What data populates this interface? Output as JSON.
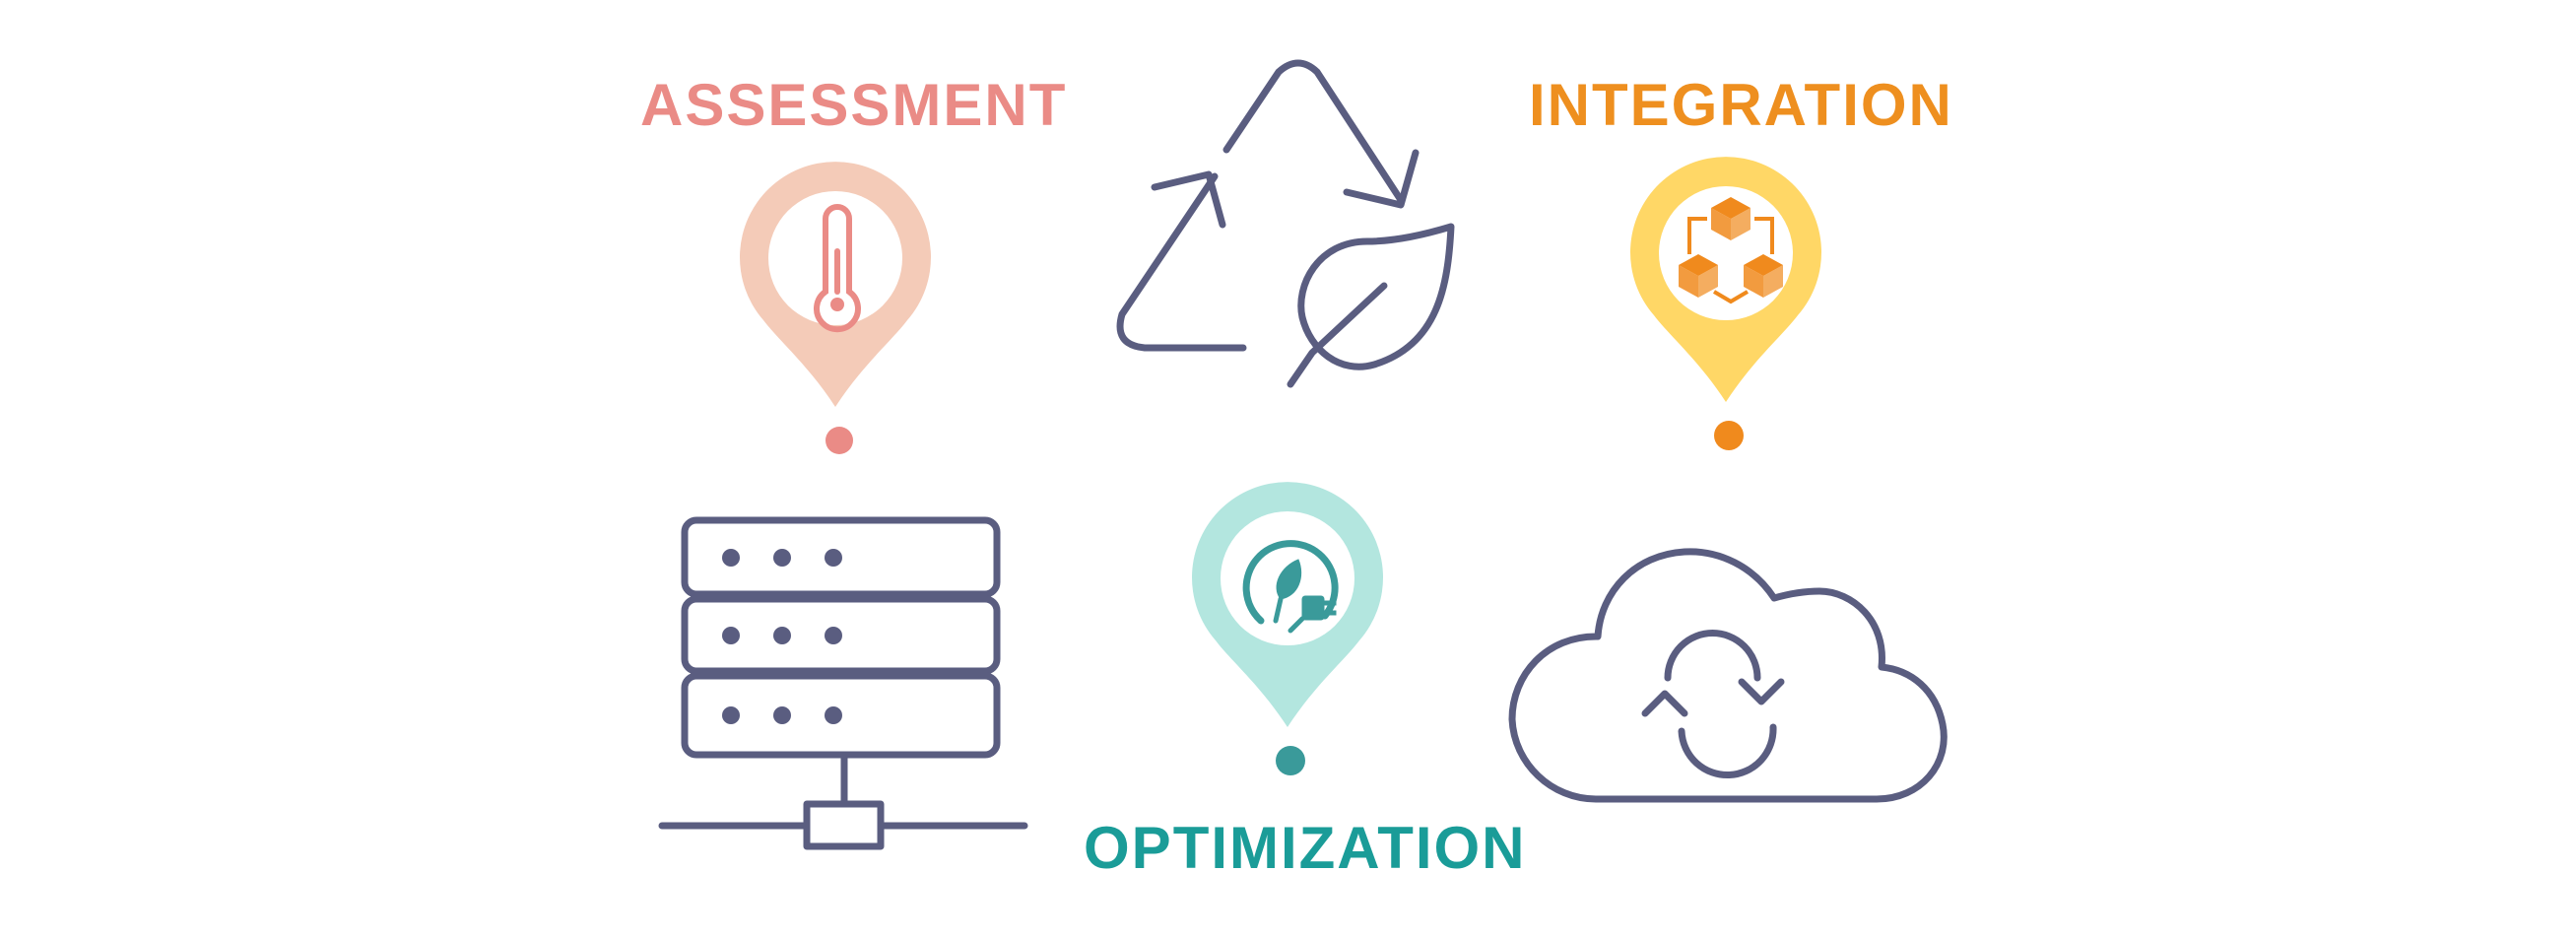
{
  "labels": {
    "assessment": "ASSESSMENT",
    "integration": "INTEGRATION",
    "optimization": "OPTIMIZATION"
  },
  "icons": {
    "assessment": "thermometer-icon",
    "integration": "connected-cubes-icon",
    "optimization": "eco-plug-leaf-icon",
    "recycle": "recycle-leaf-icon",
    "server": "server-rack-network-icon",
    "cloud": "cloud-sync-icon"
  },
  "colors": {
    "assessment_text": "#ea8b86",
    "assessment_pin": "#f4cbb8",
    "assessment_icon": "#ea8b86",
    "integration_text": "#ee8f1f",
    "integration_pin": "#ffd766",
    "integration_icon": "#f08a1d",
    "optimization_text": "#1a9c98",
    "optimization_pin": "#b3e6df",
    "optimization_icon": "#3a9a9a",
    "outline": "#5a5d80"
  }
}
